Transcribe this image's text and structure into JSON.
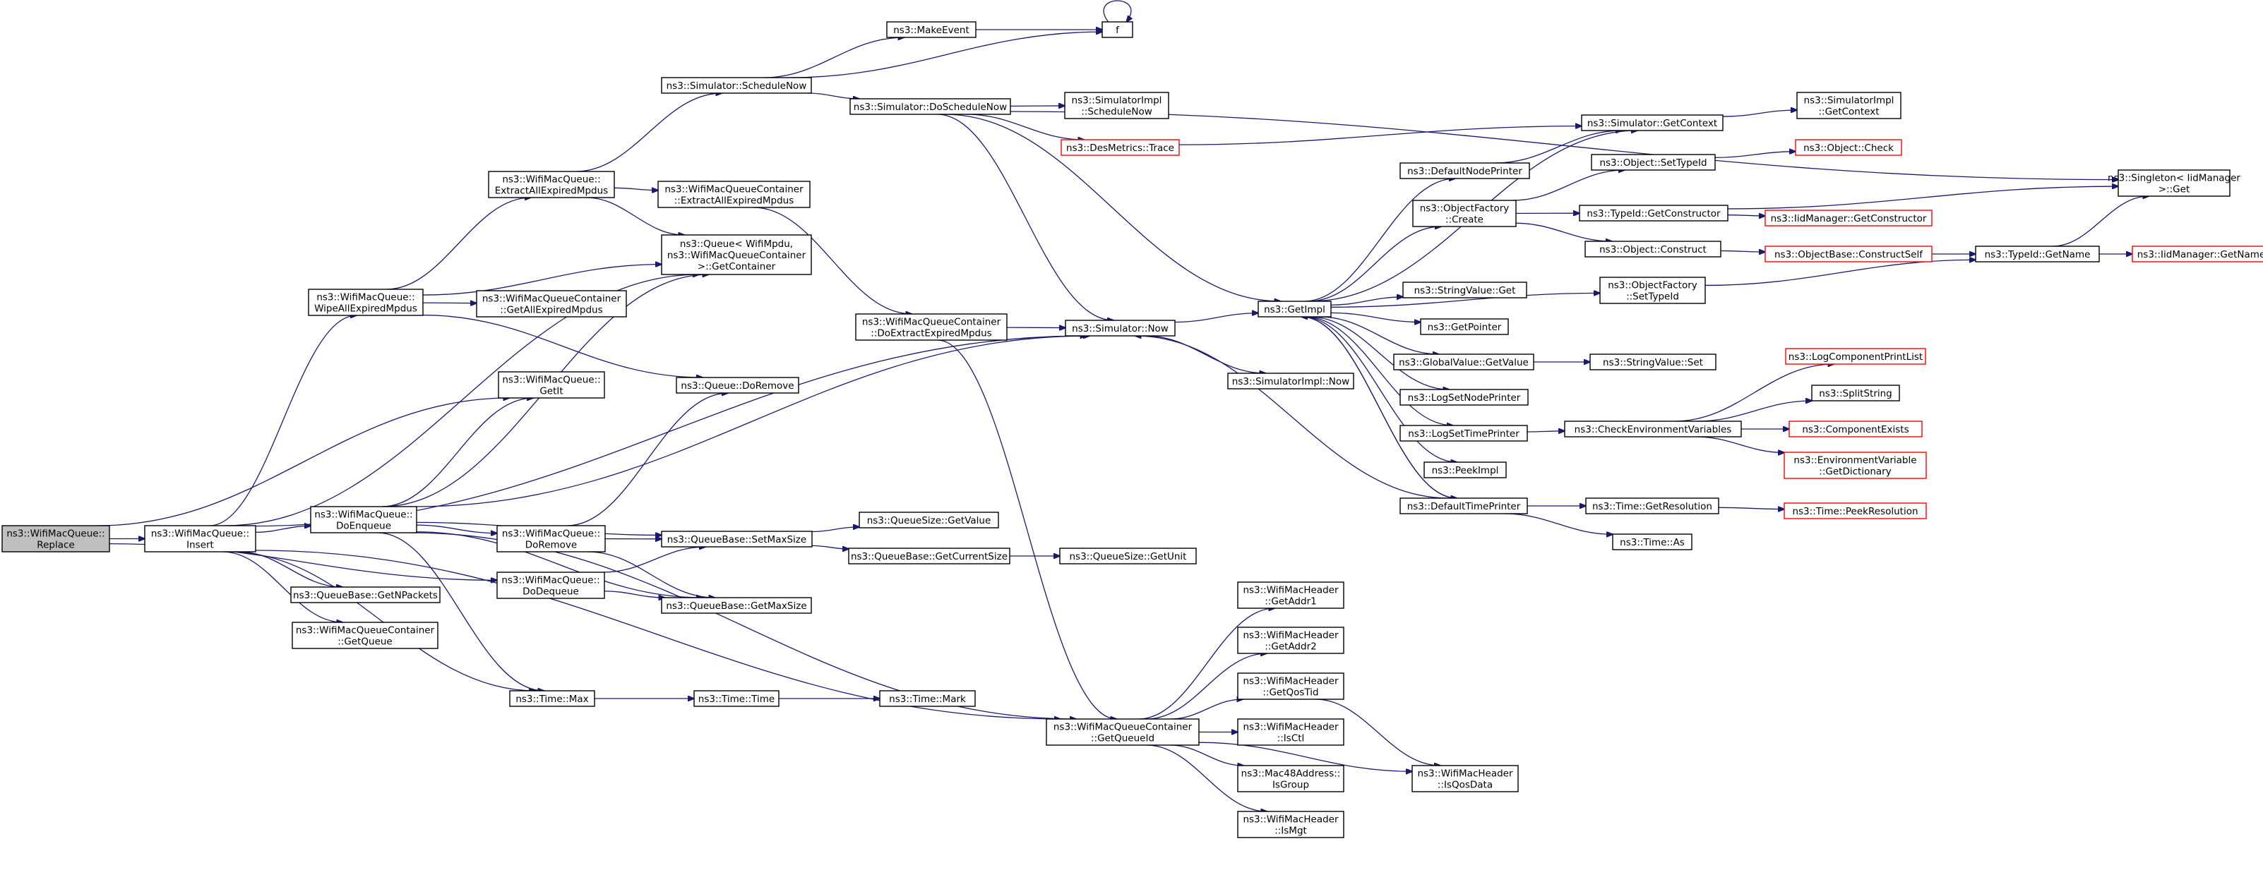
{
  "diagram": {
    "type": "call-graph",
    "colors": {
      "edge": "#191970",
      "box_border": "#000000",
      "truncated_border": "#ff0000",
      "root_fill": "#bfbfbf",
      "background": "#ffffff"
    },
    "nodes": [
      {
        "id": "replace",
        "label": [
          "ns3::WifiMacQueue::",
          "Replace"
        ],
        "style": "root"
      },
      {
        "id": "insert",
        "label": [
          "ns3::WifiMacQueue::",
          "Insert"
        ]
      },
      {
        "id": "doEnqueue",
        "label": [
          "ns3::WifiMacQueue::",
          "DoEnqueue"
        ]
      },
      {
        "id": "wipe",
        "label": [
          "ns3::WifiMacQueue::",
          "WipeAllExpiredMpdus"
        ]
      },
      {
        "id": "extract",
        "label": [
          "ns3::WifiMacQueue::",
          "ExtractAllExpiredMpdus"
        ]
      },
      {
        "id": "getIt",
        "label": [
          "ns3::WifiMacQueue::",
          "GetIt"
        ]
      },
      {
        "id": "doRemove",
        "label": [
          "ns3::WifiMacQueue::",
          "DoRemove"
        ]
      },
      {
        "id": "doDequeue",
        "label": [
          "ns3::WifiMacQueue::",
          "DoDequeue"
        ]
      },
      {
        "id": "getNPackets",
        "label": [
          "ns3::QueueBase::GetNPackets"
        ]
      },
      {
        "id": "getQueue",
        "label": [
          "ns3::WifiMacQueueContainer",
          "::GetQueue"
        ]
      },
      {
        "id": "timeMax",
        "label": [
          "ns3::Time::Max"
        ]
      },
      {
        "id": "getAllExpired",
        "label": [
          "ns3::WifiMacQueueContainer",
          "::GetAllExpiredMpdus"
        ]
      },
      {
        "id": "contExtract",
        "label": [
          "ns3::WifiMacQueueContainer",
          "::ExtractAllExpiredMpdus"
        ]
      },
      {
        "id": "getContainer",
        "label": [
          "ns3::Queue< WifiMpdu,",
          "ns3::WifiMacQueueContainer",
          ">::GetContainer"
        ]
      },
      {
        "id": "scheduleNow",
        "label": [
          "ns3::Simulator::ScheduleNow"
        ]
      },
      {
        "id": "queueDoRemove",
        "label": [
          "ns3::Queue::DoRemove"
        ]
      },
      {
        "id": "setMaxSize",
        "label": [
          "ns3::QueueBase::SetMaxSize"
        ]
      },
      {
        "id": "getMaxSize",
        "label": [
          "ns3::QueueBase::GetMaxSize"
        ]
      },
      {
        "id": "timeTime",
        "label": [
          "ns3::Time::Time"
        ]
      },
      {
        "id": "timeMark",
        "label": [
          "ns3::Time::Mark"
        ]
      },
      {
        "id": "makeEvent",
        "label": [
          "ns3::MakeEvent"
        ]
      },
      {
        "id": "f",
        "label": [
          "f"
        ]
      },
      {
        "id": "doScheduleNow",
        "label": [
          "ns3::Simulator::DoScheduleNow"
        ]
      },
      {
        "id": "contDoExtract",
        "label": [
          "ns3::WifiMacQueueContainer",
          "::DoExtractExpiredMpdus"
        ]
      },
      {
        "id": "queueSizeGetValue",
        "label": [
          "ns3::QueueSize::GetValue"
        ]
      },
      {
        "id": "getCurrentSize",
        "label": [
          "ns3::QueueBase::GetCurrentSize"
        ]
      },
      {
        "id": "queueSizeGetUnit",
        "label": [
          "ns3::QueueSize::GetUnit"
        ]
      },
      {
        "id": "getQueueId",
        "label": [
          "ns3::WifiMacQueueContainer",
          "::GetQueueId"
        ]
      },
      {
        "id": "simImplScheduleNow",
        "label": [
          "ns3::SimulatorImpl",
          "::ScheduleNow"
        ]
      },
      {
        "id": "desMetricsTrace",
        "label": [
          "ns3::DesMetrics::Trace"
        ],
        "style": "truncated"
      },
      {
        "id": "simulatorNow",
        "label": [
          "ns3::Simulator::Now"
        ]
      },
      {
        "id": "simImplNow",
        "label": [
          "ns3::SimulatorImpl::Now"
        ]
      },
      {
        "id": "getAddr1",
        "label": [
          "ns3::WifiMacHeader",
          "::GetAddr1"
        ]
      },
      {
        "id": "getAddr2",
        "label": [
          "ns3::WifiMacHeader",
          "::GetAddr2"
        ]
      },
      {
        "id": "getQosTid",
        "label": [
          "ns3::WifiMacHeader",
          "::GetQosTid"
        ]
      },
      {
        "id": "isCtl",
        "label": [
          "ns3::WifiMacHeader",
          "::IsCtl"
        ]
      },
      {
        "id": "isGroup",
        "label": [
          "ns3::Mac48Address::",
          "IsGroup"
        ]
      },
      {
        "id": "isMgt",
        "label": [
          "ns3::WifiMacHeader",
          "::IsMgt"
        ]
      },
      {
        "id": "getImpl",
        "label": [
          "ns3::GetImpl"
        ]
      },
      {
        "id": "defaultNodePrinter",
        "label": [
          "ns3::DefaultNodePrinter"
        ]
      },
      {
        "id": "objectFactoryCreate",
        "label": [
          "ns3::ObjectFactory",
          "::Create"
        ]
      },
      {
        "id": "stringValueGet",
        "label": [
          "ns3::StringValue::Get"
        ]
      },
      {
        "id": "getPointer",
        "label": [
          "ns3::GetPointer"
        ]
      },
      {
        "id": "globalValueGetValue",
        "label": [
          "ns3::GlobalValue::GetValue"
        ]
      },
      {
        "id": "logSetNodePrinter",
        "label": [
          "ns3::LogSetNodePrinter"
        ]
      },
      {
        "id": "logSetTimePrinter",
        "label": [
          "ns3::LogSetTimePrinter"
        ]
      },
      {
        "id": "peekImpl",
        "label": [
          "ns3::PeekImpl"
        ]
      },
      {
        "id": "defaultTimePrinter",
        "label": [
          "ns3::DefaultTimePrinter"
        ]
      },
      {
        "id": "isQosData",
        "label": [
          "ns3::WifiMacHeader",
          "::IsQosData"
        ]
      },
      {
        "id": "simGetContext",
        "label": [
          "ns3::Simulator::GetContext"
        ]
      },
      {
        "id": "objectSetTypeId",
        "label": [
          "ns3::Object::SetTypeId"
        ]
      },
      {
        "id": "typeIdGetConstructor",
        "label": [
          "ns3::TypeId::GetConstructor"
        ]
      },
      {
        "id": "objectConstruct",
        "label": [
          "ns3::Object::Construct"
        ]
      },
      {
        "id": "objectFactorySetTypeId",
        "label": [
          "ns3::ObjectFactory",
          "::SetTypeId"
        ]
      },
      {
        "id": "stringValueSet",
        "label": [
          "ns3::StringValue::Set"
        ]
      },
      {
        "id": "checkEnvVars",
        "label": [
          "ns3::CheckEnvironmentVariables"
        ]
      },
      {
        "id": "timeGetResolution",
        "label": [
          "ns3::Time::GetResolution"
        ]
      },
      {
        "id": "timeAs",
        "label": [
          "ns3::Time::As"
        ]
      },
      {
        "id": "simImplGetContext",
        "label": [
          "ns3::SimulatorImpl",
          "::GetContext"
        ]
      },
      {
        "id": "objectCheck",
        "label": [
          "ns3::Object::Check"
        ],
        "style": "truncated"
      },
      {
        "id": "iidGetConstructor",
        "label": [
          "ns3::IidManager::GetConstructor"
        ],
        "style": "truncated"
      },
      {
        "id": "objectBaseConstructSelf",
        "label": [
          "ns3::ObjectBase::ConstructSelf"
        ],
        "style": "truncated"
      },
      {
        "id": "typeIdGetName",
        "label": [
          "ns3::TypeId::GetName"
        ]
      },
      {
        "id": "logComponentPrintList",
        "label": [
          "ns3::LogComponentPrintList"
        ],
        "style": "truncated"
      },
      {
        "id": "splitString",
        "label": [
          "ns3::SplitString"
        ]
      },
      {
        "id": "componentExists",
        "label": [
          "ns3::ComponentExists"
        ],
        "style": "truncated"
      },
      {
        "id": "envVarGetDictionary",
        "label": [
          "ns3::EnvironmentVariable",
          "::GetDictionary"
        ],
        "style": "truncated"
      },
      {
        "id": "timePeekResolution",
        "label": [
          "ns3::Time::PeekResolution"
        ],
        "style": "truncated"
      },
      {
        "id": "singletonGet",
        "label": [
          "ns3::Singleton< IidManager",
          ">::Get"
        ]
      },
      {
        "id": "iidGetName",
        "label": [
          "ns3::IidManager::GetName"
        ],
        "style": "truncated"
      }
    ],
    "edges": [
      [
        "replace",
        "insert"
      ],
      [
        "replace",
        "getIt"
      ],
      [
        "replace",
        "doDequeue"
      ],
      [
        "insert",
        "doEnqueue"
      ],
      [
        "insert",
        "wipe"
      ],
      [
        "insert",
        "getNPackets"
      ],
      [
        "insert",
        "getQueue"
      ],
      [
        "insert",
        "getContainer"
      ],
      [
        "insert",
        "simulatorNow"
      ],
      [
        "insert",
        "getQueueId"
      ],
      [
        "insert",
        "timeMax"
      ],
      [
        "doEnqueue",
        "getIt"
      ],
      [
        "doEnqueue",
        "doRemove"
      ],
      [
        "doEnqueue",
        "getContainer"
      ],
      [
        "doEnqueue",
        "setMaxSize"
      ],
      [
        "doEnqueue",
        "getMaxSize"
      ],
      [
        "doEnqueue",
        "timeMax"
      ],
      [
        "doEnqueue",
        "simulatorNow"
      ],
      [
        "doEnqueue",
        "getQueueId"
      ],
      [
        "wipe",
        "extract"
      ],
      [
        "wipe",
        "getContainer"
      ],
      [
        "wipe",
        "getAllExpired"
      ],
      [
        "wipe",
        "queueDoRemove"
      ],
      [
        "extract",
        "scheduleNow"
      ],
      [
        "extract",
        "contExtract"
      ],
      [
        "extract",
        "getContainer"
      ],
      [
        "doRemove",
        "queueDoRemove"
      ],
      [
        "doRemove",
        "setMaxSize"
      ],
      [
        "doRemove",
        "getMaxSize"
      ],
      [
        "doDequeue",
        "setMaxSize"
      ],
      [
        "doDequeue",
        "getMaxSize"
      ],
      [
        "contExtract",
        "contDoExtract"
      ],
      [
        "scheduleNow",
        "makeEvent"
      ],
      [
        "scheduleNow",
        "f"
      ],
      [
        "scheduleNow",
        "doScheduleNow"
      ],
      [
        "makeEvent",
        "f"
      ],
      [
        "f",
        "f"
      ],
      [
        "setMaxSize",
        "queueSizeGetValue"
      ],
      [
        "setMaxSize",
        "getCurrentSize"
      ],
      [
        "getCurrentSize",
        "queueSizeGetUnit"
      ],
      [
        "timeMax",
        "timeTime"
      ],
      [
        "timeTime",
        "timeMark"
      ],
      [
        "contDoExtract",
        "simulatorNow"
      ],
      [
        "contDoExtract",
        "getQueueId"
      ],
      [
        "doScheduleNow",
        "simImplScheduleNow"
      ],
      [
        "doScheduleNow",
        "desMetricsTrace"
      ],
      [
        "doScheduleNow",
        "simulatorNow"
      ],
      [
        "doScheduleNow",
        "getImpl"
      ],
      [
        "doScheduleNow",
        "singletonGet"
      ],
      [
        "desMetricsTrace",
        "simGetContext"
      ],
      [
        "simulatorNow",
        "getImpl"
      ],
      [
        "simulatorNow",
        "simImplNow"
      ],
      [
        "getQueueId",
        "getAddr1"
      ],
      [
        "getQueueId",
        "getAddr2"
      ],
      [
        "getQueueId",
        "getQosTid"
      ],
      [
        "getQueueId",
        "isCtl"
      ],
      [
        "getQueueId",
        "isGroup"
      ],
      [
        "getQueueId",
        "isMgt"
      ],
      [
        "getQueueId",
        "isQosData"
      ],
      [
        "getQosTid",
        "isQosData"
      ],
      [
        "getImpl",
        "defaultNodePrinter"
      ],
      [
        "getImpl",
        "objectFactoryCreate"
      ],
      [
        "getImpl",
        "objectFactorySetTypeId"
      ],
      [
        "getImpl",
        "stringValueGet"
      ],
      [
        "getImpl",
        "getPointer"
      ],
      [
        "getImpl",
        "globalValueGetValue"
      ],
      [
        "getImpl",
        "logSetNodePrinter"
      ],
      [
        "getImpl",
        "logSetTimePrinter"
      ],
      [
        "getImpl",
        "peekImpl"
      ],
      [
        "getImpl",
        "defaultTimePrinter"
      ],
      [
        "getImpl",
        "simGetContext"
      ],
      [
        "defaultNodePrinter",
        "simGetContext"
      ],
      [
        "defaultTimePrinter",
        "getImpl"
      ],
      [
        "defaultTimePrinter",
        "simulatorNow"
      ],
      [
        "defaultTimePrinter",
        "timeGetResolution"
      ],
      [
        "defaultTimePrinter",
        "timeAs"
      ],
      [
        "objectFactoryCreate",
        "objectSetTypeId"
      ],
      [
        "objectFactoryCreate",
        "typeIdGetConstructor"
      ],
      [
        "objectFactoryCreate",
        "objectConstruct"
      ],
      [
        "objectSetTypeId",
        "objectCheck"
      ],
      [
        "typeIdGetConstructor",
        "iidGetConstructor"
      ],
      [
        "typeIdGetConstructor",
        "singletonGet"
      ],
      [
        "objectConstruct",
        "objectBaseConstructSelf"
      ],
      [
        "objectBaseConstructSelf",
        "typeIdGetName"
      ],
      [
        "objectFactorySetTypeId",
        "typeIdGetName"
      ],
      [
        "typeIdGetName",
        "singletonGet"
      ],
      [
        "typeIdGetName",
        "iidGetName"
      ],
      [
        "globalValueGetValue",
        "stringValueSet"
      ],
      [
        "logSetTimePrinter",
        "checkEnvVars"
      ],
      [
        "checkEnvVars",
        "logComponentPrintList"
      ],
      [
        "checkEnvVars",
        "splitString"
      ],
      [
        "checkEnvVars",
        "componentExists"
      ],
      [
        "checkEnvVars",
        "envVarGetDictionary"
      ],
      [
        "timeGetResolution",
        "timePeekResolution"
      ],
      [
        "simGetContext",
        "simImplGetContext"
      ]
    ]
  }
}
